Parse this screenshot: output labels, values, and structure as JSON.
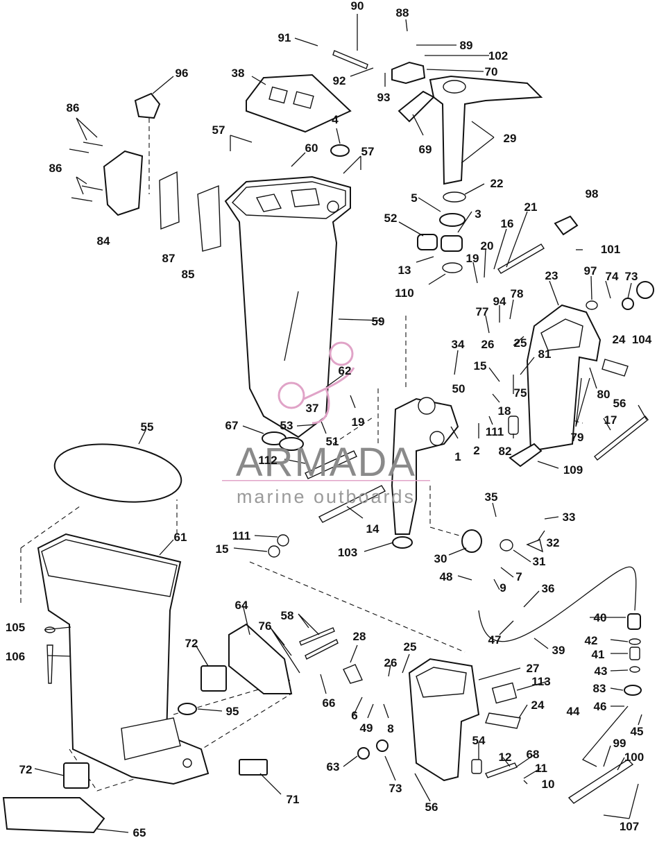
{
  "watermark": {
    "brand": "ARMADA",
    "tagline": "marine outboards",
    "accent_color": "#e0a3c7"
  },
  "callouts": [
    {
      "id": "c90",
      "label": "90"
    },
    {
      "id": "c88",
      "label": "88"
    },
    {
      "id": "c91",
      "label": "91"
    },
    {
      "id": "c89",
      "label": "89"
    },
    {
      "id": "c102",
      "label": "102"
    },
    {
      "id": "c70",
      "label": "70"
    },
    {
      "id": "c96",
      "label": "96"
    },
    {
      "id": "c38",
      "label": "38"
    },
    {
      "id": "c92",
      "label": "92"
    },
    {
      "id": "c93",
      "label": "93"
    },
    {
      "id": "c86a",
      "label": "86"
    },
    {
      "id": "c57a",
      "label": "57"
    },
    {
      "id": "c4",
      "label": "4"
    },
    {
      "id": "c69",
      "label": "69"
    },
    {
      "id": "c29",
      "label": "29"
    },
    {
      "id": "c60",
      "label": "60"
    },
    {
      "id": "c57b",
      "label": "57"
    },
    {
      "id": "c86b",
      "label": "86"
    },
    {
      "id": "c22",
      "label": "22"
    },
    {
      "id": "c98",
      "label": "98"
    },
    {
      "id": "c5",
      "label": "5"
    },
    {
      "id": "c21",
      "label": "21"
    },
    {
      "id": "c3",
      "label": "3"
    },
    {
      "id": "c52",
      "label": "52"
    },
    {
      "id": "c16",
      "label": "16"
    },
    {
      "id": "c84",
      "label": "84"
    },
    {
      "id": "c87",
      "label": "87"
    },
    {
      "id": "c101",
      "label": "101"
    },
    {
      "id": "c20",
      "label": "20"
    },
    {
      "id": "c13",
      "label": "13"
    },
    {
      "id": "c19a",
      "label": "19"
    },
    {
      "id": "c97",
      "label": "97"
    },
    {
      "id": "c85",
      "label": "85"
    },
    {
      "id": "c23",
      "label": "23"
    },
    {
      "id": "c74",
      "label": "74"
    },
    {
      "id": "c73a",
      "label": "73"
    },
    {
      "id": "c110",
      "label": "110"
    },
    {
      "id": "c78",
      "label": "78"
    },
    {
      "id": "c94",
      "label": "94"
    },
    {
      "id": "c104",
      "label": "104"
    },
    {
      "id": "c77",
      "label": "77"
    },
    {
      "id": "c59",
      "label": "59"
    },
    {
      "id": "c26a",
      "label": "26"
    },
    {
      "id": "c25a",
      "label": "25"
    },
    {
      "id": "c24a",
      "label": "24"
    },
    {
      "id": "c34",
      "label": "34"
    },
    {
      "id": "c81",
      "label": "81"
    },
    {
      "id": "c62",
      "label": "62"
    },
    {
      "id": "c15a",
      "label": "15"
    },
    {
      "id": "c50",
      "label": "50"
    },
    {
      "id": "c75",
      "label": "75"
    },
    {
      "id": "c80",
      "label": "80"
    },
    {
      "id": "c37",
      "label": "37"
    },
    {
      "id": "c18",
      "label": "18"
    },
    {
      "id": "c19b",
      "label": "19"
    },
    {
      "id": "c56a",
      "label": "56"
    },
    {
      "id": "c55",
      "label": "55"
    },
    {
      "id": "c53",
      "label": "53"
    },
    {
      "id": "c67",
      "label": "67"
    },
    {
      "id": "c51",
      "label": "51"
    },
    {
      "id": "c111a",
      "label": "111"
    },
    {
      "id": "c79",
      "label": "79"
    },
    {
      "id": "c17",
      "label": "17"
    },
    {
      "id": "c2",
      "label": "2"
    },
    {
      "id": "c1",
      "label": "1"
    },
    {
      "id": "c82",
      "label": "82"
    },
    {
      "id": "c112",
      "label": "112"
    },
    {
      "id": "c109",
      "label": "109"
    },
    {
      "id": "c35",
      "label": "35"
    },
    {
      "id": "c33",
      "label": "33"
    },
    {
      "id": "c14",
      "label": "14"
    },
    {
      "id": "c111b",
      "label": "111"
    },
    {
      "id": "c61",
      "label": "61"
    },
    {
      "id": "c32",
      "label": "32"
    },
    {
      "id": "c15b",
      "label": "15"
    },
    {
      "id": "c103",
      "label": "103"
    },
    {
      "id": "c30",
      "label": "30"
    },
    {
      "id": "c31",
      "label": "31"
    },
    {
      "id": "c7",
      "label": "7"
    },
    {
      "id": "c48",
      "label": "48"
    },
    {
      "id": "c9",
      "label": "9"
    },
    {
      "id": "c36",
      "label": "36"
    },
    {
      "id": "c64",
      "label": "64"
    },
    {
      "id": "c58",
      "label": "58"
    },
    {
      "id": "c40",
      "label": "40"
    },
    {
      "id": "c105",
      "label": "105"
    },
    {
      "id": "c76",
      "label": "76"
    },
    {
      "id": "c47",
      "label": "47"
    },
    {
      "id": "c39",
      "label": "39"
    },
    {
      "id": "c106",
      "label": "106"
    },
    {
      "id": "c72a",
      "label": "72"
    },
    {
      "id": "c28",
      "label": "28"
    },
    {
      "id": "c26b",
      "label": "26"
    },
    {
      "id": "c25b",
      "label": "25"
    },
    {
      "id": "c42",
      "label": "42"
    },
    {
      "id": "c27",
      "label": "27"
    },
    {
      "id": "c41",
      "label": "41"
    },
    {
      "id": "c43",
      "label": "43"
    },
    {
      "id": "c113",
      "label": "113"
    },
    {
      "id": "c83",
      "label": "83"
    },
    {
      "id": "c66",
      "label": "66"
    },
    {
      "id": "c24b",
      "label": "24"
    },
    {
      "id": "c95",
      "label": "95"
    },
    {
      "id": "c44",
      "label": "44"
    },
    {
      "id": "c46",
      "label": "46"
    },
    {
      "id": "c6",
      "label": "6"
    },
    {
      "id": "c49",
      "label": "49"
    },
    {
      "id": "c8",
      "label": "8"
    },
    {
      "id": "c45",
      "label": "45"
    },
    {
      "id": "c54",
      "label": "54"
    },
    {
      "id": "c68",
      "label": "68"
    },
    {
      "id": "c99",
      "label": "99"
    },
    {
      "id": "c100",
      "label": "100"
    },
    {
      "id": "c12",
      "label": "12"
    },
    {
      "id": "c63",
      "label": "63"
    },
    {
      "id": "c72b",
      "label": "72"
    },
    {
      "id": "c11",
      "label": "11"
    },
    {
      "id": "c73b",
      "label": "73"
    },
    {
      "id": "c10",
      "label": "10"
    },
    {
      "id": "c71",
      "label": "71"
    },
    {
      "id": "c56b",
      "label": "56"
    },
    {
      "id": "c107",
      "label": "107"
    },
    {
      "id": "c65",
      "label": "65"
    }
  ]
}
